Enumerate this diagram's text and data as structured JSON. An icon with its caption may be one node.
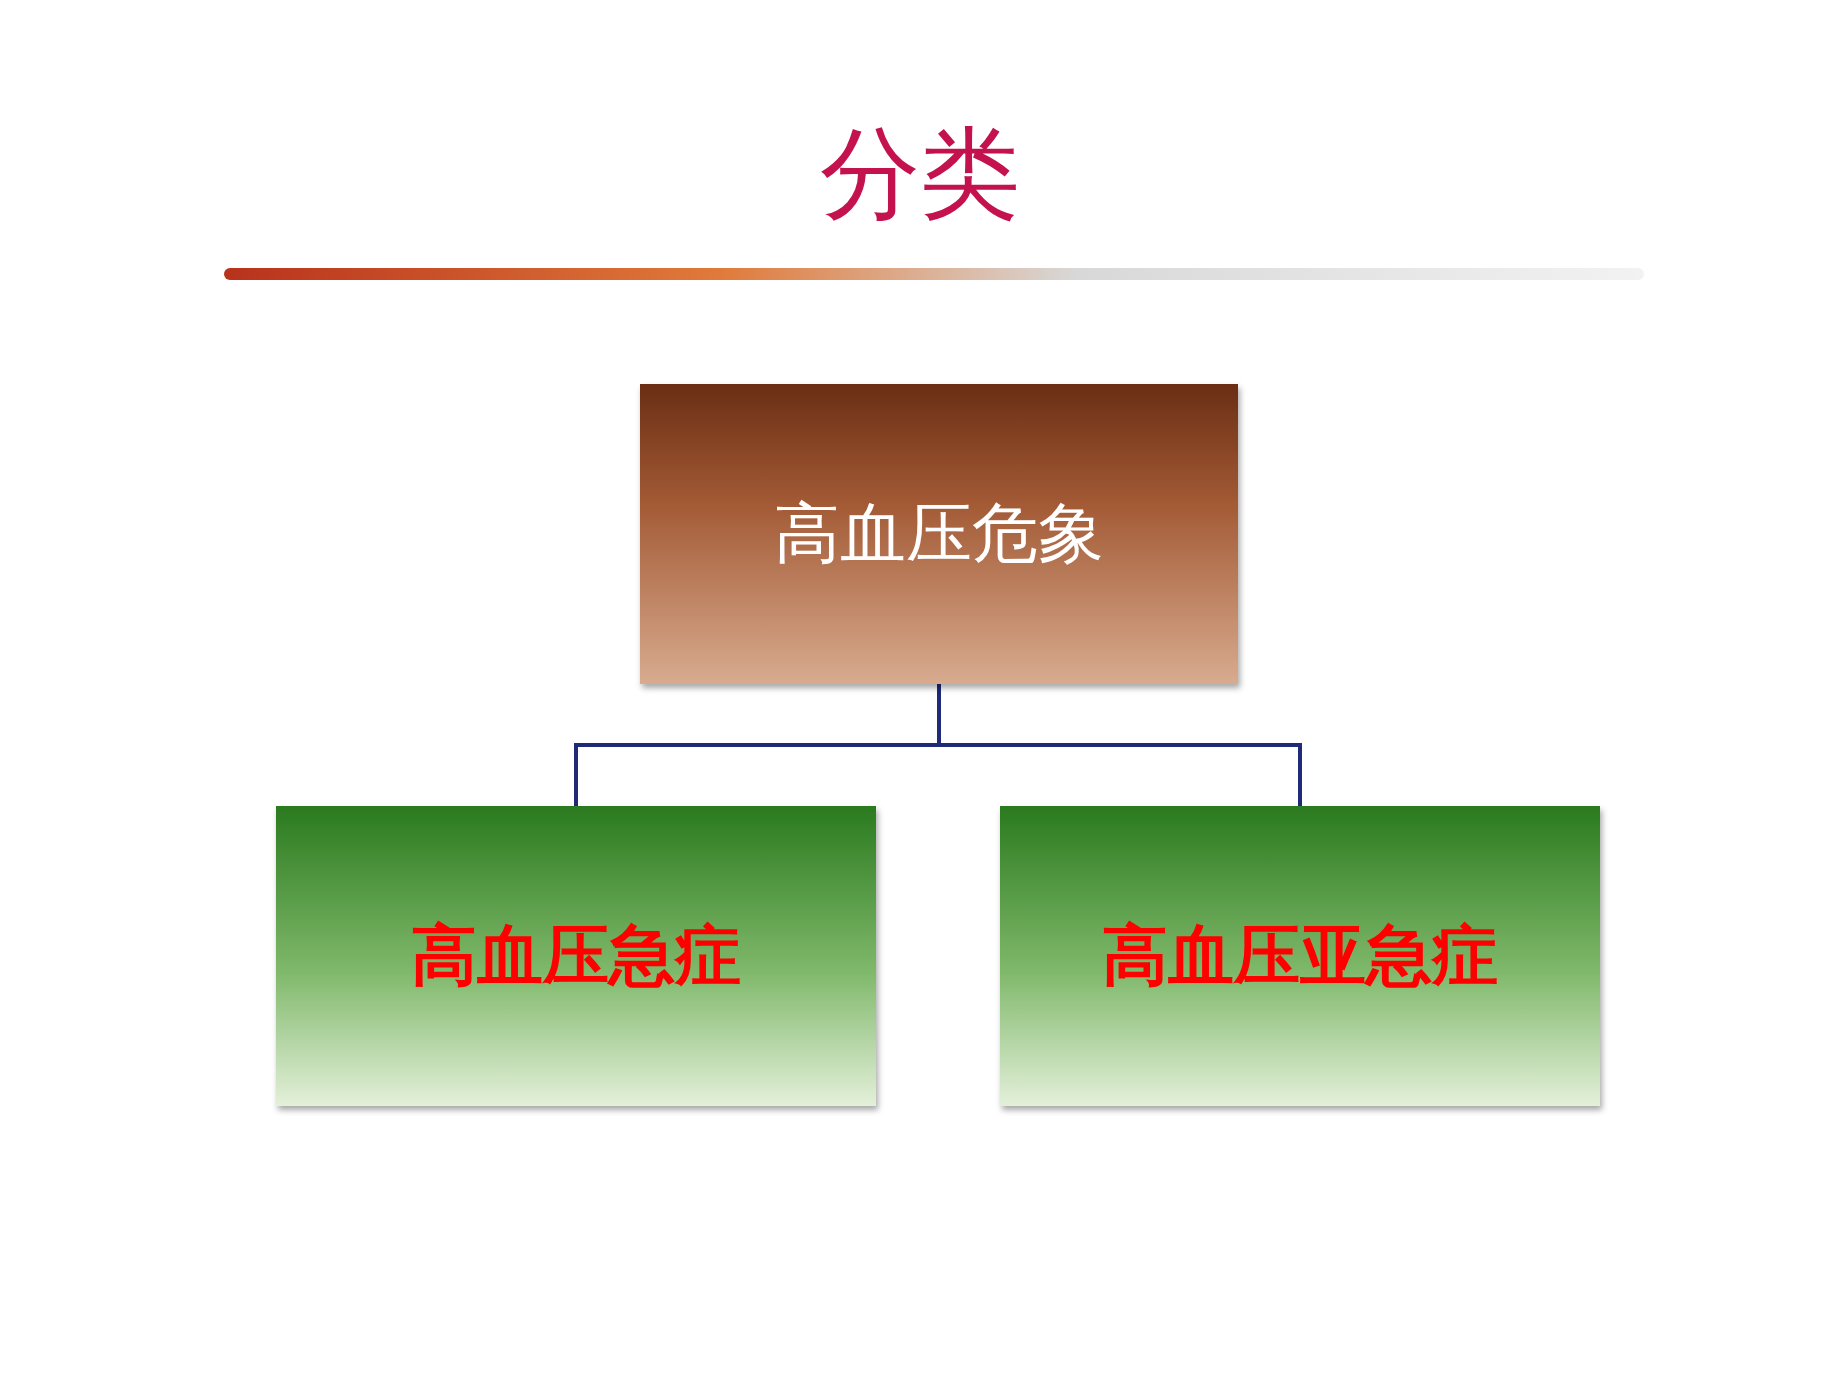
{
  "diagram": {
    "title": "分类",
    "nodes": [
      {
        "text": [
          "高血压危象"
        ]
      },
      {
        "text": [
          "高血压急症"
        ]
      },
      {
        "text": [
          "高血压亚急症"
        ]
      }
    ],
    "edges": [
      {
        "from": 0,
        "to": 1,
        "arrow": "none"
      },
      {
        "from": 0,
        "to": 2,
        "arrow": "none"
      }
    ]
  }
}
